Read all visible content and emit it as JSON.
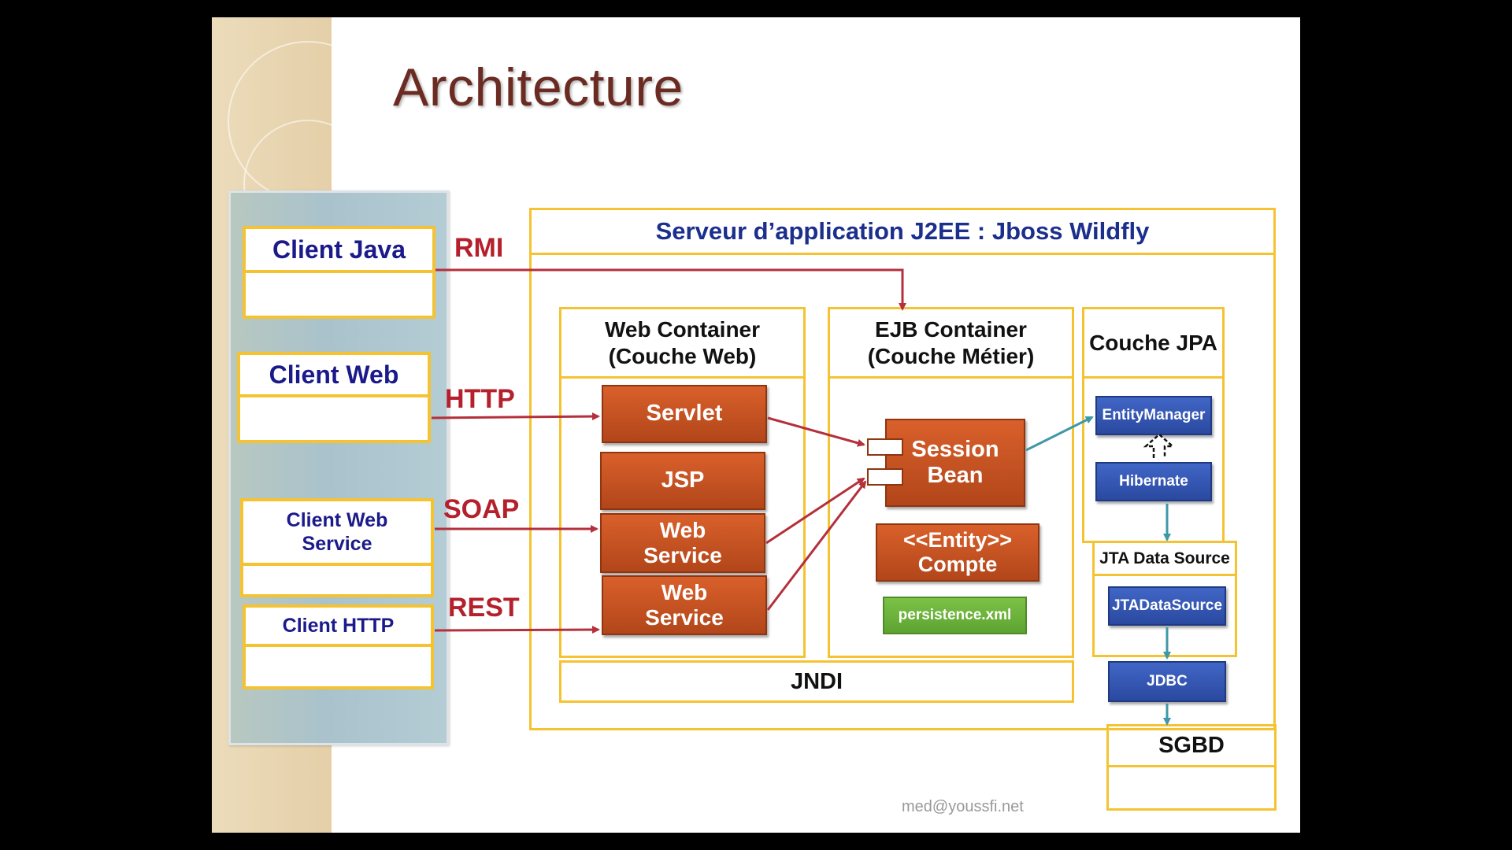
{
  "slide": {
    "title": "Architecture",
    "footer": "med@youssfi.net"
  },
  "clients": [
    {
      "label": "Client  Java"
    },
    {
      "label": "Client  Web"
    },
    {
      "label": "Client  Web Service"
    },
    {
      "label": "Client  HTTP"
    }
  ],
  "protocols": [
    "RMI",
    "HTTP",
    "SOAP",
    "REST"
  ],
  "server": {
    "title": "Serveur d’application J2EE : Jboss Wildfly",
    "web_container": {
      "title": "Web Container (Couche Web)",
      "components": [
        "Servlet",
        "JSP",
        "Web Service",
        "Web Service"
      ]
    },
    "ejb_container": {
      "title": "EJB Container (Couche Métier)",
      "session_bean": "Session Bean",
      "entity": "<<Entity>> Compte",
      "persistence": "persistence.xml"
    },
    "jpa": {
      "title": "Couche JPA",
      "entity_manager": "EntityManager",
      "hibernate": "Hibernate"
    },
    "jta": {
      "title": "JTA Data Source",
      "datasource": "JTADataSource"
    },
    "jndi": "JNDI",
    "jdbc": "JDBC"
  },
  "sgbd": "SGBD",
  "colors": {
    "frame": "#f5c331",
    "protocol": "#b4202b",
    "arrow_red": "#b4303b",
    "arrow_teal": "#3f98a6",
    "client_text": "#1b1a8a",
    "server_title": "#1b2f8c"
  }
}
